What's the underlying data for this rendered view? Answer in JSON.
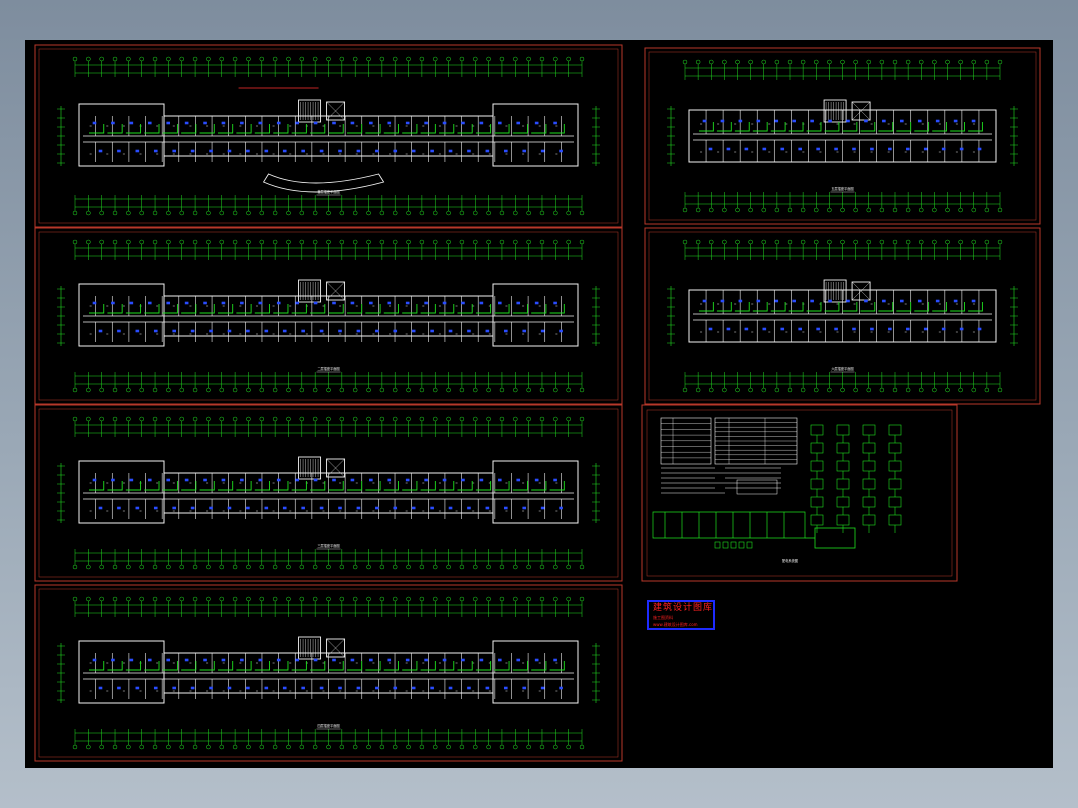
{
  "colors": {
    "desktop_top": "#7e8d9e",
    "model_space": "#000000",
    "frame": "#b8382a",
    "wall": "#f2f2f2",
    "axis": "#22e022",
    "wiring": "#1ee01e",
    "device": "#2a4dff",
    "stamp_border": "#1e2bff",
    "stamp_text": "#ff2020"
  },
  "sheets": [
    {
      "id": "plan-1",
      "title": "首层插座平面图"
    },
    {
      "id": "plan-2",
      "title": "二层插座平面图"
    },
    {
      "id": "plan-3",
      "title": "三层插座平面图"
    },
    {
      "id": "plan-4",
      "title": "四层插座平面图"
    },
    {
      "id": "plan-5",
      "title": "五层插座平面图"
    },
    {
      "id": "plan-6",
      "title": "六层插座平面图"
    }
  ],
  "system_sheet": {
    "title": "配电系统图"
  },
  "stamp": {
    "title": "建筑设计图库",
    "subtitle": "施工图资料",
    "url": "www.建筑设计图库.com"
  }
}
